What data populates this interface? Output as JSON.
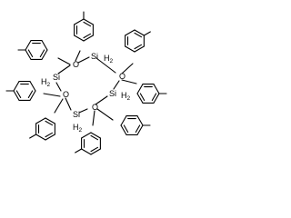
{
  "molecule": {
    "ring_atoms": [
      {
        "element": "Si",
        "h_count": "2",
        "id": "si1"
      },
      {
        "element": "O",
        "h_count": "",
        "id": "o1"
      },
      {
        "element": "Si",
        "h_count": "2",
        "id": "si2"
      },
      {
        "element": "O",
        "h_count": "",
        "id": "o2"
      },
      {
        "element": "Si",
        "h_count": "2",
        "id": "si3"
      },
      {
        "element": "O",
        "h_count": "",
        "id": "o3"
      },
      {
        "element": "Si",
        "h_count": "2",
        "id": "si4"
      },
      {
        "element": "O",
        "h_count": "",
        "id": "o4"
      }
    ],
    "labels": {
      "si_top": "Si",
      "si_top_h": "H",
      "si_top_h_count": "2",
      "si_left": "Si",
      "si_left_h": "H",
      "si_left_h_count": "2",
      "si_right": "Si",
      "si_right_h": "H",
      "si_right_h_count": "2",
      "si_bottom": "Si",
      "si_bottom_h": "H",
      "si_bottom_h_count": "2",
      "o_top_left": "O",
      "o_top_right": "O",
      "o_bottom_left": "O",
      "o_bottom_right": "O"
    },
    "substituent": "m-tolyl",
    "substituent_count": 8,
    "line_color": "#000000",
    "background": "#ffffff"
  }
}
